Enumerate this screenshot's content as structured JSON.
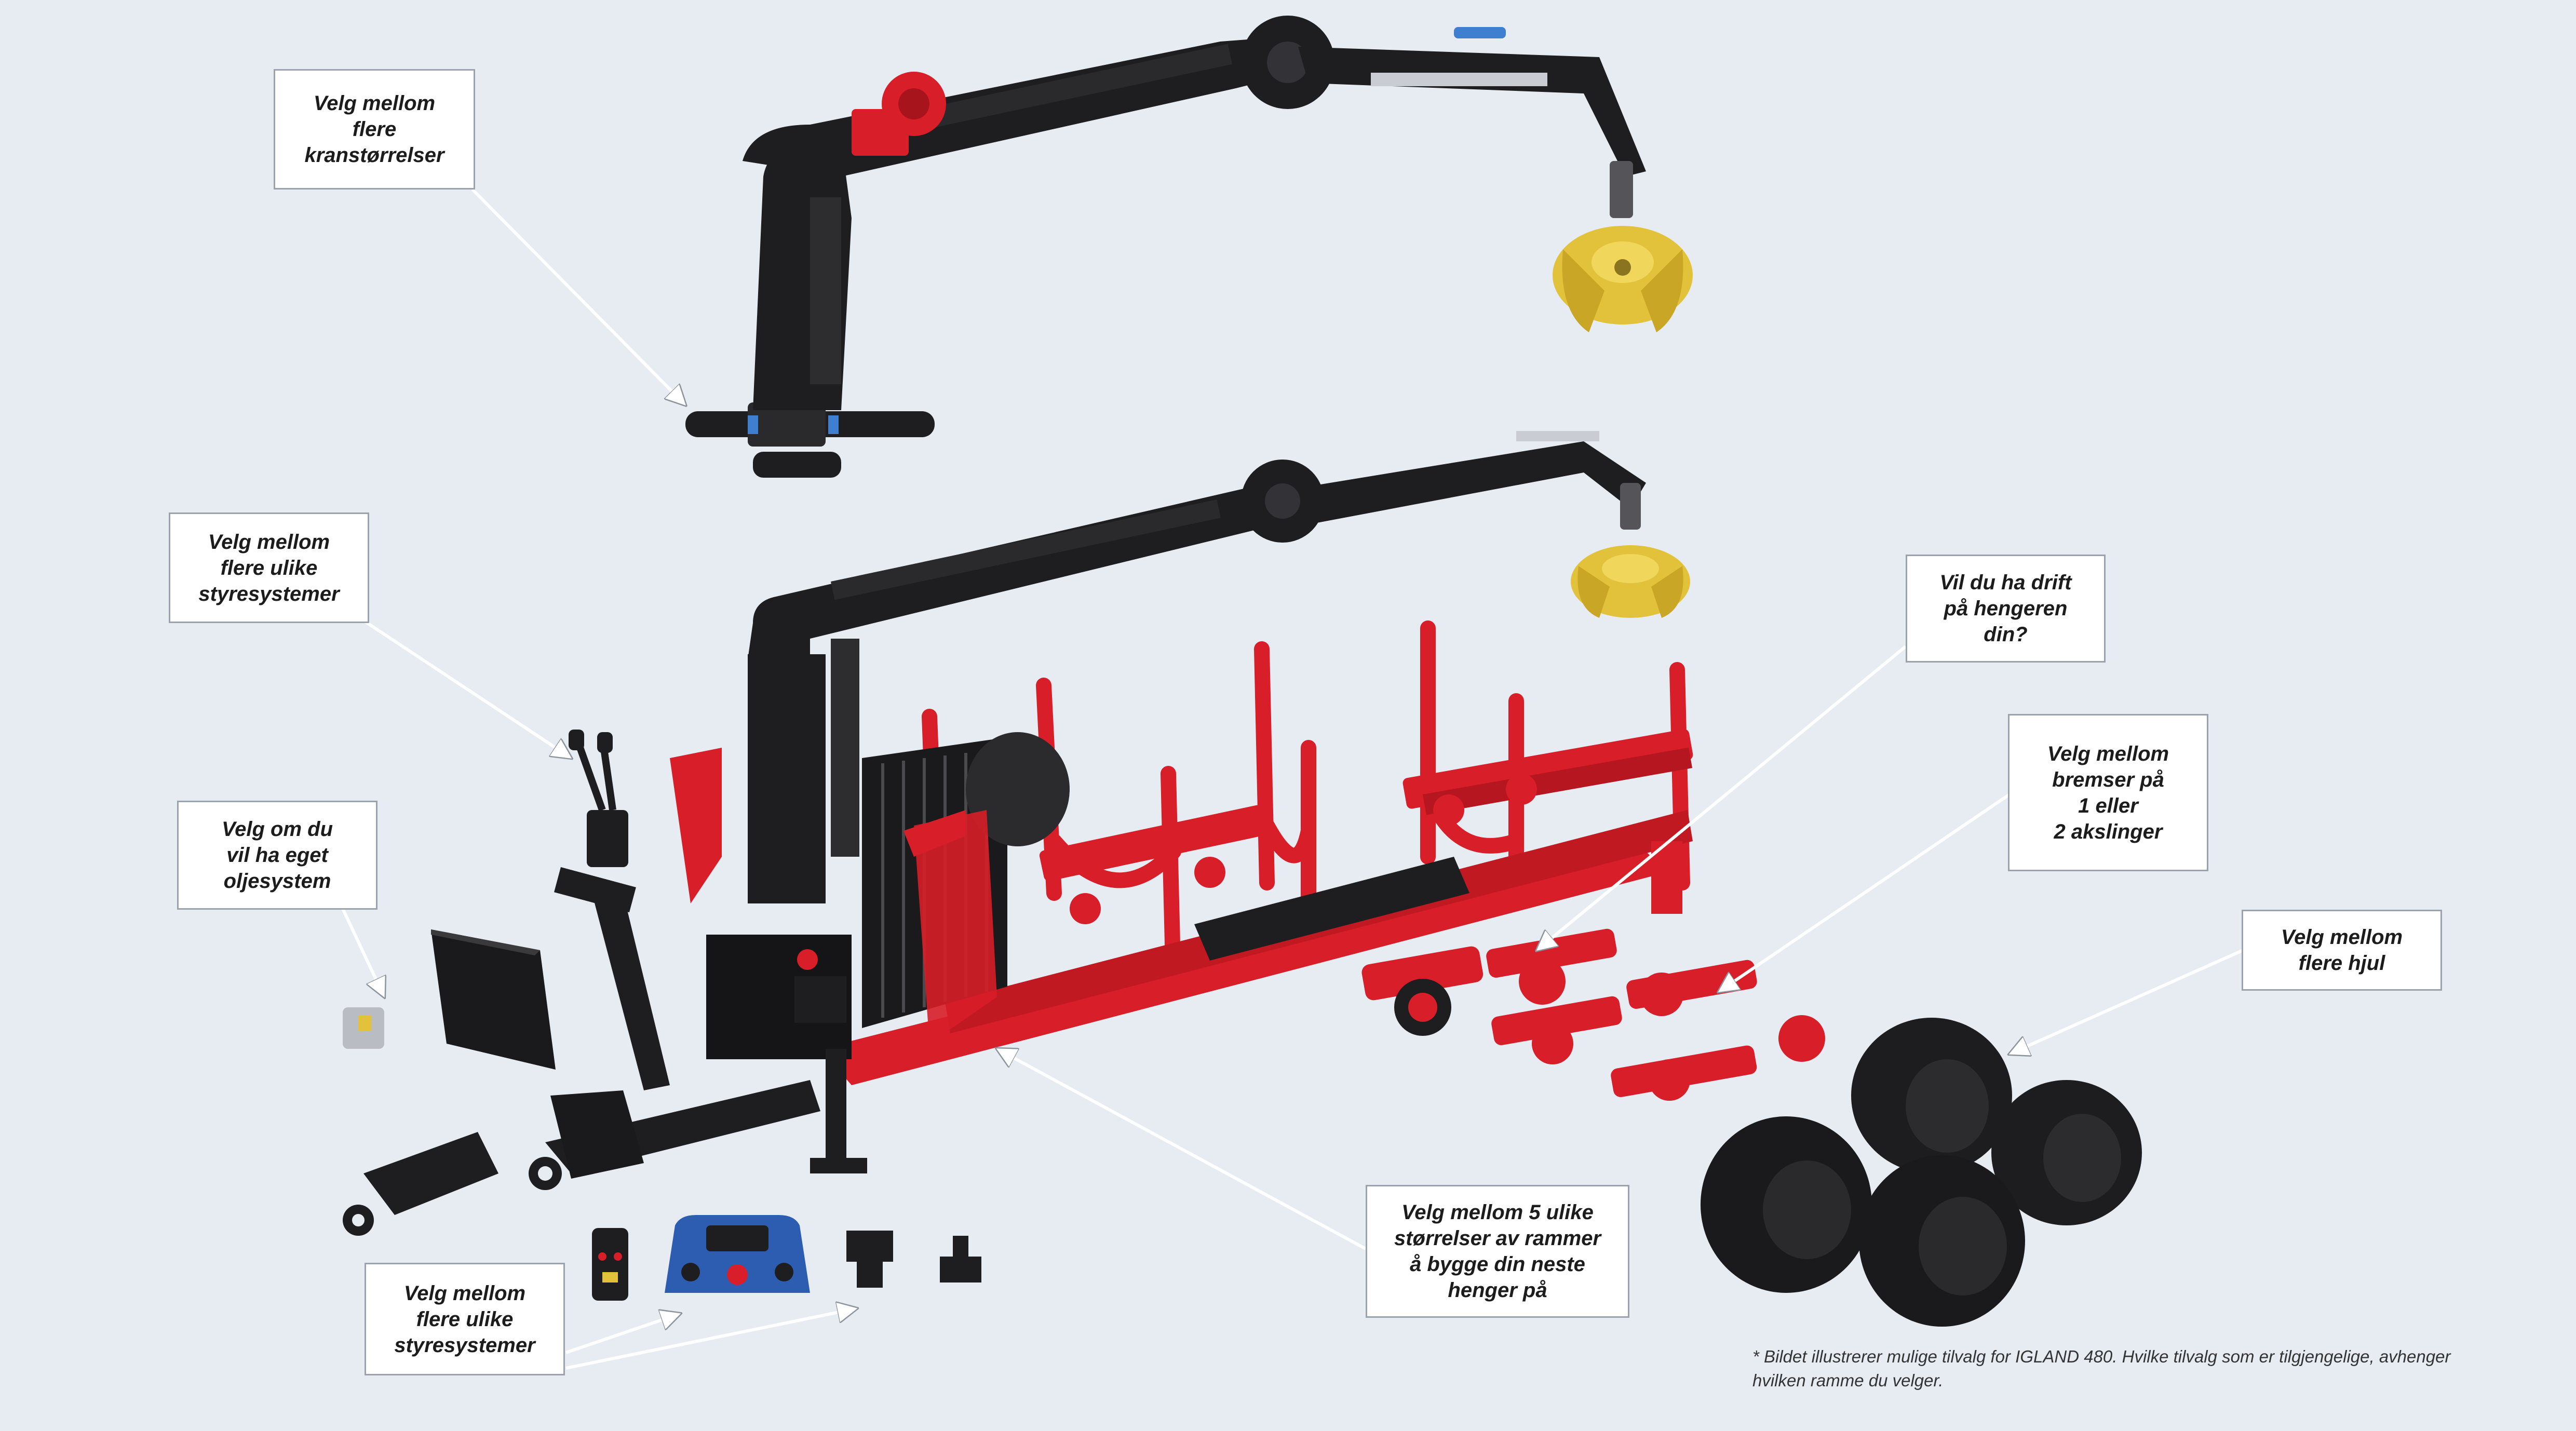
{
  "callouts": {
    "crane_sizes": "Velg mellom\nflere\nkranstørrelser",
    "control_systems_top": "Velg mellom\nflere ulike\nstyresystemer",
    "oil_system": "Velg om du\nvil ha eget\noljesystem",
    "control_systems_bottom": "Velg mellom\nflere ulike\nstyresystemer",
    "frames": "Velg mellom 5 ulike\nstørrelser av rammer\nå bygge din neste\nhenger på",
    "drive": "Vil du ha drift\npå hengeren\ndin?",
    "brakes": "Velg mellom\nbremser på\n1 eller\n2 akslinger",
    "wheels": "Velg mellom\nflere hjul"
  },
  "footnote": "* Bildet illustrerer mulige tilvalg for IGLAND 480. Hvilke tilvalg som er tilgjengelige, avhenger hvilken ramme du velger.",
  "colors": {
    "background": "#e7ecf3",
    "frame_red": "#d81e28",
    "crane_black": "#1e1e20",
    "grapple_yellow": "#e2c23a",
    "remote_blue": "#2d5db0",
    "leader_line": "#ffffff"
  }
}
